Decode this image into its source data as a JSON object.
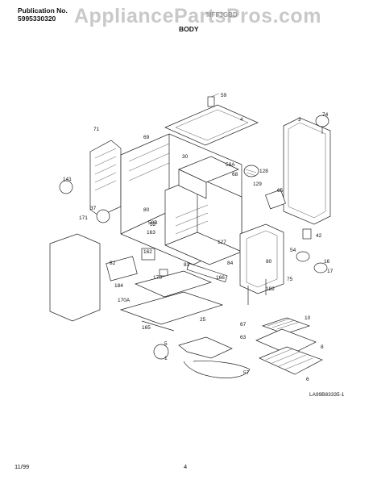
{
  "header": {
    "publication_label": "Publication No.",
    "publication_number": "5995330320",
    "model": "MFF3GBD",
    "section_title": "BODY",
    "watermark": "AppliancePartsPros.com"
  },
  "diagram": {
    "code": "LA99B83335-1",
    "labels": [
      "59",
      "4",
      "3",
      "74",
      "69",
      "71",
      "30",
      "58A",
      "68",
      "128",
      "129",
      "65",
      "141",
      "37",
      "80",
      "171",
      "52",
      "163",
      "58B",
      "127",
      "42",
      "10",
      "54",
      "16",
      "17",
      "162",
      "82",
      "83",
      "84",
      "75",
      "80",
      "182",
      "184",
      "170",
      "166",
      "170A",
      "165",
      "25",
      "67",
      "63",
      "5",
      "1",
      "57",
      "8",
      "6"
    ]
  },
  "footer": {
    "date": "11/99",
    "page": "4"
  }
}
